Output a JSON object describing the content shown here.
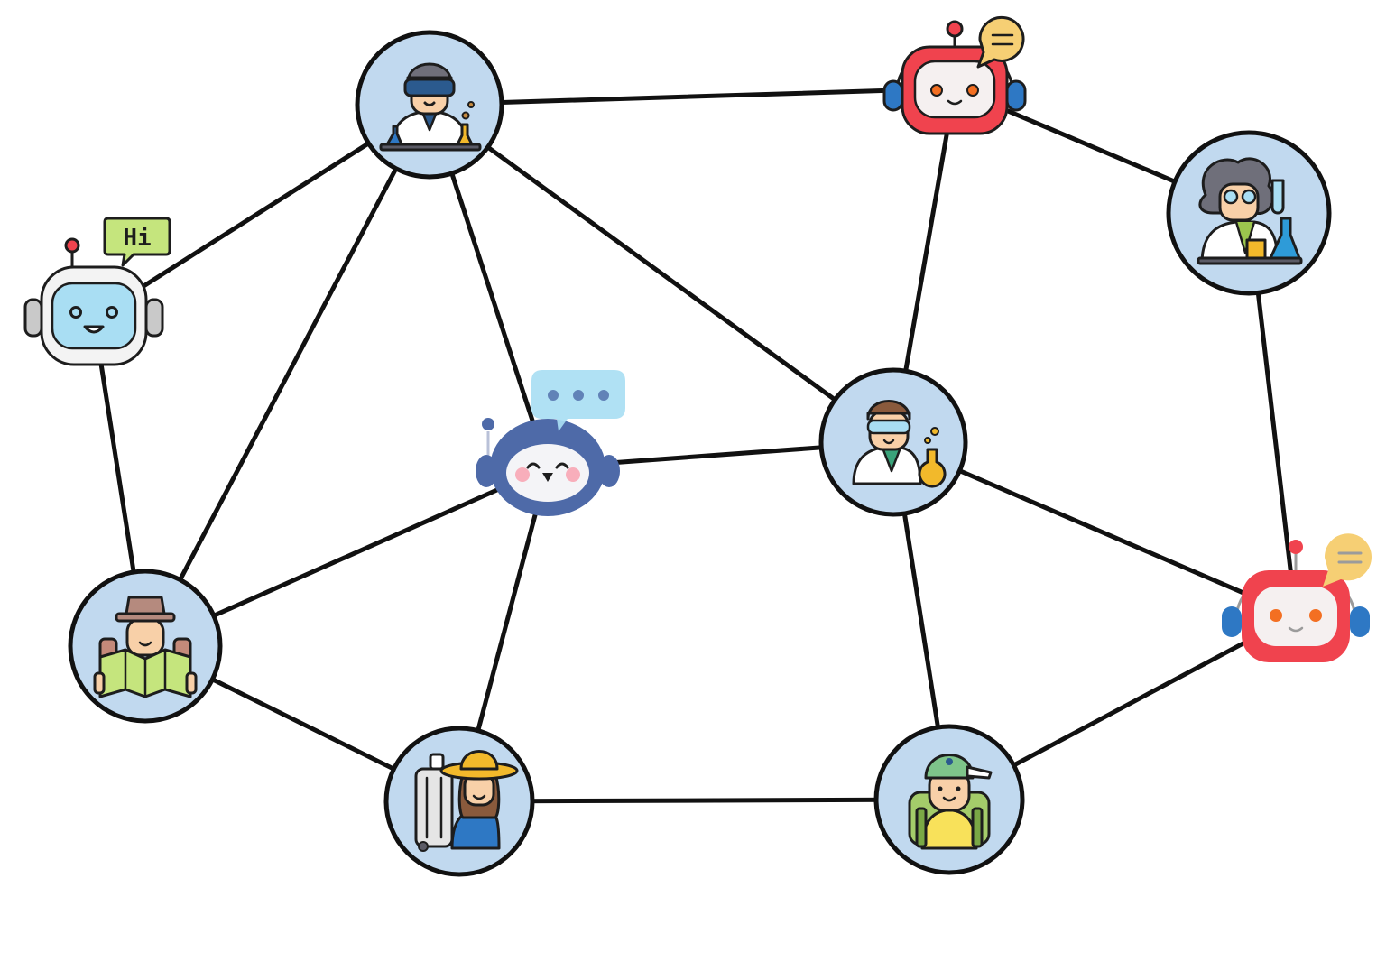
{
  "nodes": [
    {
      "id": "scientist-vr",
      "kind": "human",
      "icon": "scientist-vr-goggles-icon"
    },
    {
      "id": "robot-red-top",
      "kind": "agent",
      "icon": "red-robot-chat-icon"
    },
    {
      "id": "scientist-curly",
      "kind": "human",
      "icon": "scientist-curly-hair-icon"
    },
    {
      "id": "robot-hi",
      "kind": "agent",
      "icon": "robot-hi-bubble-icon",
      "bubble_text": "Hi"
    },
    {
      "id": "robot-blue-center",
      "kind": "agent",
      "icon": "blue-robot-typing-icon"
    },
    {
      "id": "scientist-goggles",
      "kind": "human",
      "icon": "scientist-goggles-icon"
    },
    {
      "id": "robot-red-right",
      "kind": "agent",
      "icon": "red-robot-chat-icon"
    },
    {
      "id": "traveler-map",
      "kind": "human",
      "icon": "traveler-map-icon"
    },
    {
      "id": "traveler-suitcase",
      "kind": "human",
      "icon": "traveler-suitcase-icon"
    },
    {
      "id": "backpacker-cap",
      "kind": "human",
      "icon": "backpacker-cap-icon"
    }
  ],
  "edges": [
    [
      "scientist-vr",
      "robot-red-top"
    ],
    [
      "scientist-vr",
      "robot-hi"
    ],
    [
      "scientist-vr",
      "traveler-map"
    ],
    [
      "scientist-vr",
      "robot-blue-center"
    ],
    [
      "scientist-vr",
      "scientist-goggles"
    ],
    [
      "robot-red-top",
      "scientist-curly"
    ],
    [
      "robot-red-top",
      "scientist-goggles"
    ],
    [
      "scientist-curly",
      "robot-red-right"
    ],
    [
      "robot-hi",
      "traveler-map"
    ],
    [
      "robot-blue-center",
      "scientist-goggles"
    ],
    [
      "robot-blue-center",
      "traveler-map"
    ],
    [
      "robot-blue-center",
      "traveler-suitcase"
    ],
    [
      "scientist-goggles",
      "robot-red-right"
    ],
    [
      "scientist-goggles",
      "backpacker-cap"
    ],
    [
      "traveler-map",
      "traveler-suitcase"
    ],
    [
      "traveler-suitcase",
      "backpacker-cap"
    ],
    [
      "backpacker-cap",
      "robot-red-right"
    ]
  ],
  "colors": {
    "node_fill": "#c1d9ef",
    "edge": "#111111",
    "robot_red": "#f0434e",
    "robot_blue": "#4e6aa8",
    "robot_light": "#a9def3",
    "bubble_green": "#c5e57d",
    "bubble_yellow": "#f6cf74"
  }
}
